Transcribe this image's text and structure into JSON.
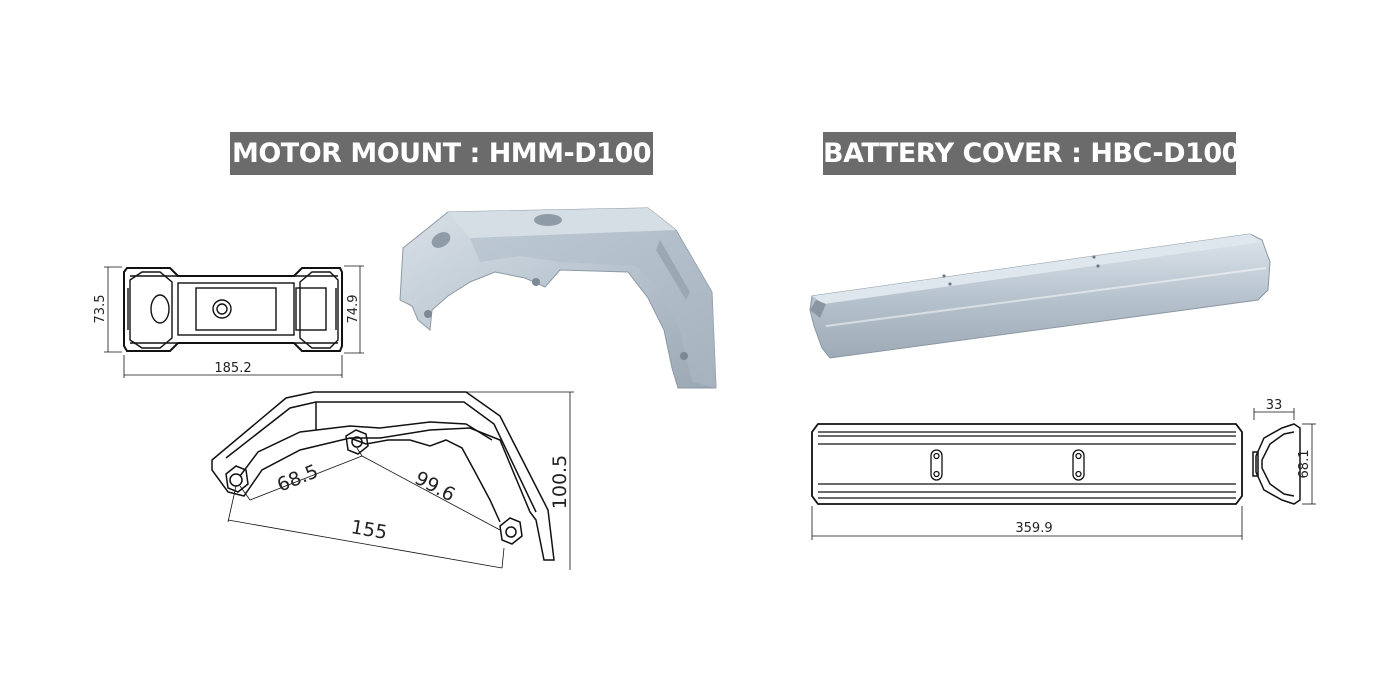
{
  "motor_mount": {
    "title": "MOTOR MOUNT : HMM-D100",
    "top_view": {
      "width": "185.2",
      "height_left": "73.5",
      "height_right": "74.9"
    },
    "side_view": {
      "d1": "68.5",
      "d2": "99.6",
      "d3": "155",
      "height": "100.5"
    }
  },
  "battery_cover": {
    "title": "BATTERY COVER : HBC-D100",
    "length": "359.9",
    "profile_width": "33",
    "profile_height": "68.1"
  },
  "colors": {
    "banner": "#6b6b6b",
    "part_fill": "#c8d2da"
  }
}
